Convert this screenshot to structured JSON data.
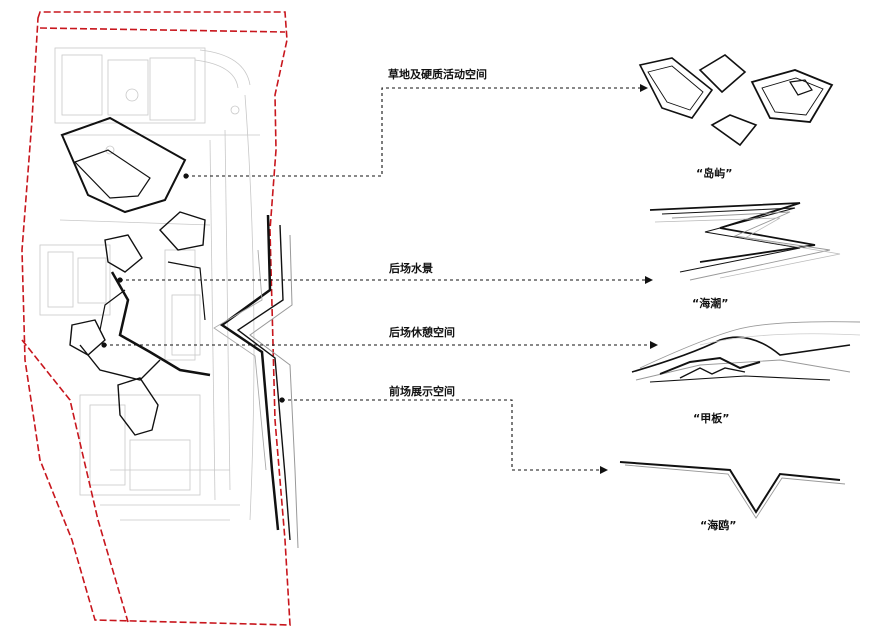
{
  "labels": {
    "lawn": "草地及硬质活动空间",
    "water": "后场水景",
    "rest": "后场休憩空间",
    "front": "前场展示空间"
  },
  "captions": {
    "island": "“岛屿”",
    "tide": "“海潮”",
    "deck": "“甲板”",
    "gull": "“海鸥”"
  },
  "colors": {
    "boundary": "#c8161d",
    "ink": "#111111",
    "faint": "#c8c8c8"
  }
}
